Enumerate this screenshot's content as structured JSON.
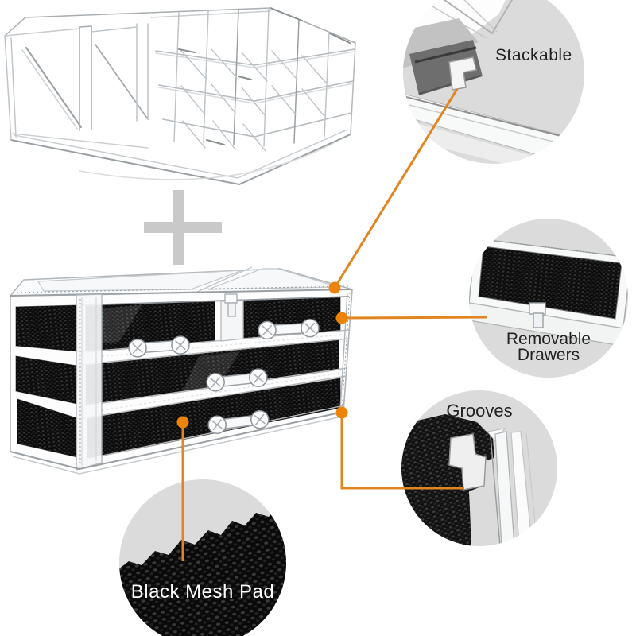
{
  "image_type": "product-feature-infographic",
  "colors": {
    "background": "#ffffff",
    "connector_orange": "#E0851F",
    "connector_dot_orange": "#ED840A",
    "callout_circle_gray": "#DBDBDB",
    "mesh_black": "#0B0B0B",
    "plus_gray": "#C9C9C9",
    "label_dark": "#222222",
    "label_light": "#FFFFFF"
  },
  "icons": {
    "plus": "+"
  },
  "illustrations": {
    "top_tray": "clear acrylic cosmetic tray organizer",
    "drawer_chest": "clear acrylic drawer organizer with black mesh drawers"
  },
  "callouts": [
    {
      "id": "stackable",
      "label": "Stackable"
    },
    {
      "id": "removable-drawers",
      "label": "Removable Drawers",
      "lines": [
        "Removable",
        "Drawers"
      ]
    },
    {
      "id": "grooves",
      "label": "Grooves"
    },
    {
      "id": "black-mesh-pad",
      "label": "Black Mesh Pad"
    }
  ]
}
